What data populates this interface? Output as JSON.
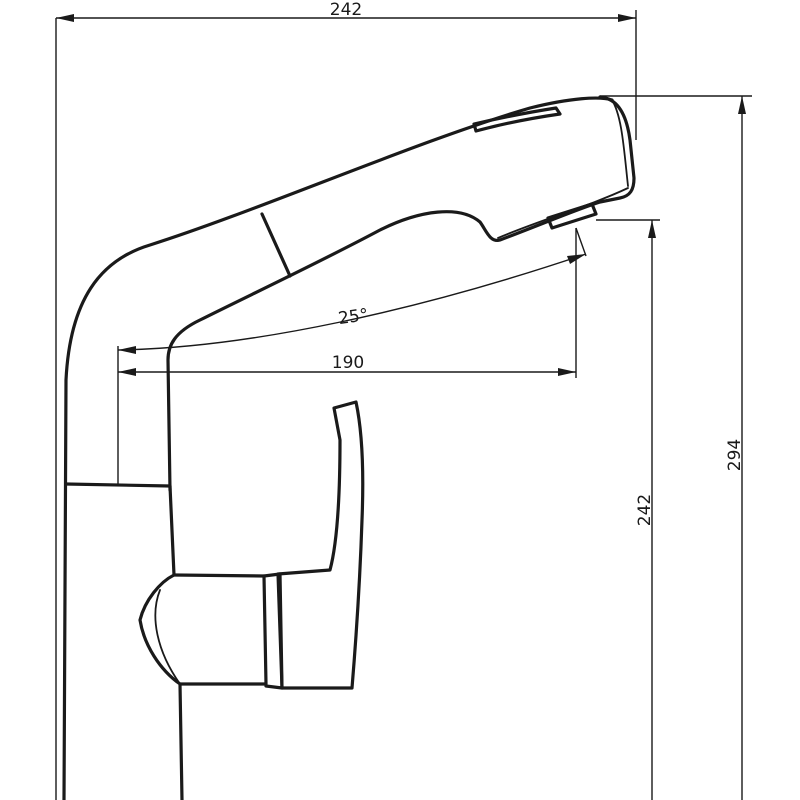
{
  "drawing": {
    "dimensions": {
      "overall_width": "242",
      "overall_height": "294",
      "spout_height": "242",
      "reach": "190",
      "spray_angle": "25°"
    },
    "colors": {
      "line": "#1a1a1a",
      "background": "#ffffff"
    }
  }
}
